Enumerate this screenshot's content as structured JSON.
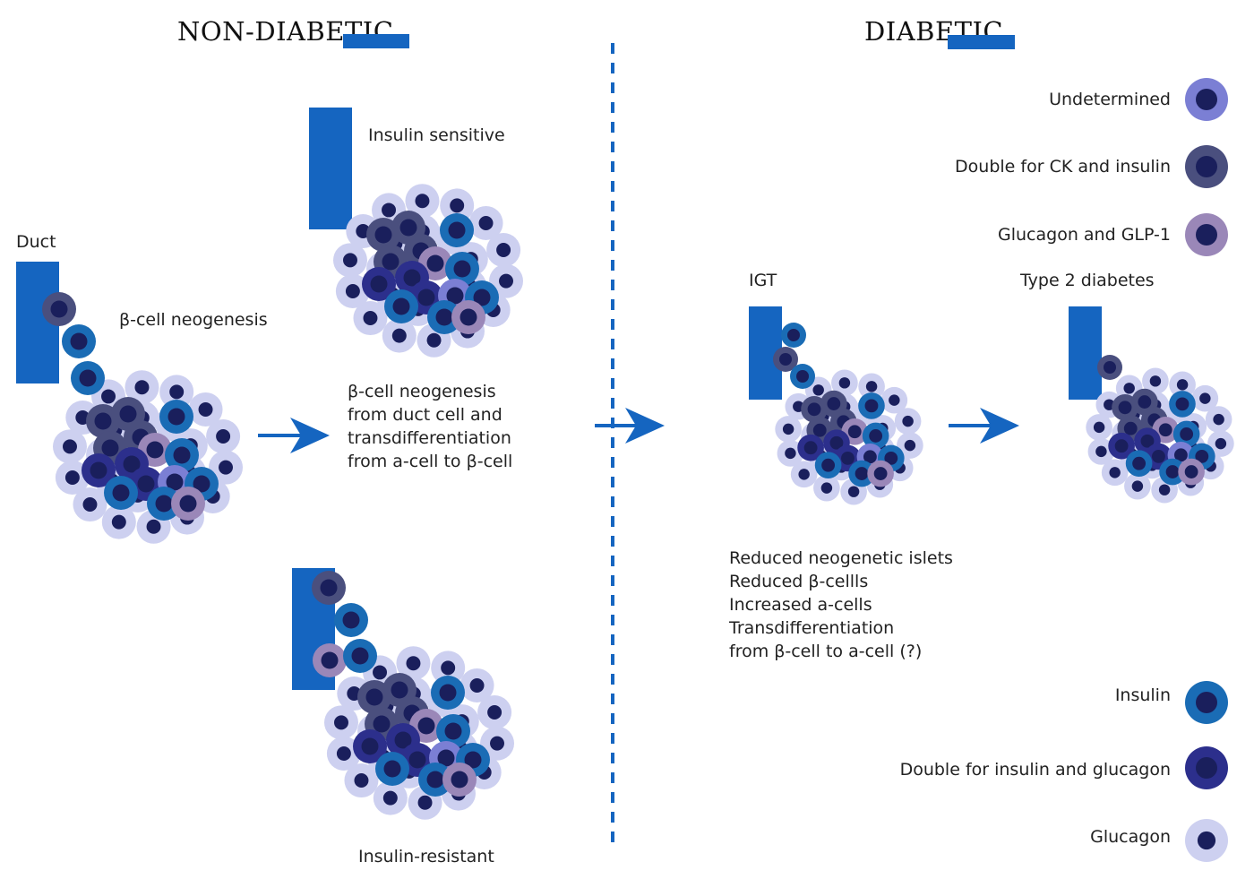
{
  "headings": {
    "non_diabetic": "NON-DIABETIC",
    "diabetic": "DIABETIC"
  },
  "labels": {
    "duct": "Duct",
    "beta_neogenesis": "β-cell neogenesis",
    "insulin_sensitive": "Insulin sensitive",
    "insulin_resistant": "Insulin-resistant",
    "neogenesis_note": "β-cell neogenesis\nfrom duct cell and\ntransdifferentiation\nfrom a-cell to β-cell",
    "igt": "IGT",
    "type2": "Type 2 diabetes",
    "diabetic_note": "Reduced neogenetic islets\nReduced β-cellls\nIncreased a-cells\nTransdifferentiation\nfrom β-cell to a-cell (?)"
  },
  "legend": [
    {
      "label": "Undetermined",
      "cell_type": "undetermined"
    },
    {
      "label": "Double for CK and insulin",
      "cell_type": "ck_insulin"
    },
    {
      "label": "Glucagon and GLP-1",
      "cell_type": "glp1"
    },
    {
      "label": "Insulin",
      "cell_type": "insulin"
    },
    {
      "label": "Double for insulin and glucagon",
      "cell_type": "ins_glu"
    },
    {
      "label": "Glucagon",
      "cell_type": "glucagon"
    }
  ],
  "colors": {
    "duct_bar": "#1565c0",
    "arrow": "#1565c0",
    "divider": "#1565c0",
    "nucleus": "#1a1f5c",
    "glucagon": "#cdd0f0",
    "insulin": "#1a6cb5",
    "undetermined": "#7b7fd4",
    "ck_insulin": "#4a4f7e",
    "glp1": "#9a87b8",
    "ins_glu": "#2c2f8c"
  },
  "icons": {
    "arrow": "right-arrow-icon",
    "cell": "cell-icon"
  }
}
